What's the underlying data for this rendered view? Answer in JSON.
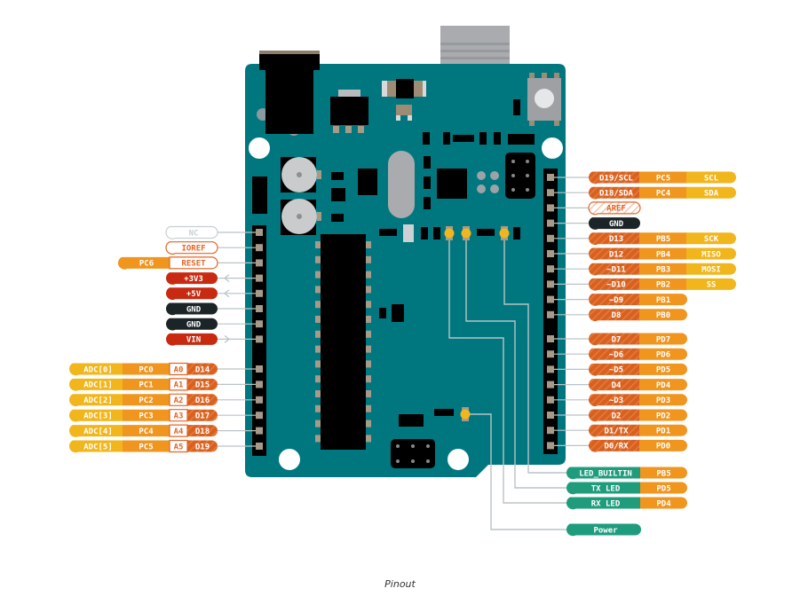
{
  "caption": "Pinout",
  "colors": {
    "board": "#00777f",
    "power_red": "#c72a10",
    "gnd_black": "#1b2426",
    "digital_hatch": "#d9611f",
    "port_orange": "#f0951e",
    "special_yellow": "#f1b61c",
    "led_green": "#1e9c7c",
    "outline_orange": "#e0662a",
    "nc_gray": "#c9cfd1",
    "wire": "#b9c3c6",
    "led_amber": "#f3b51d"
  },
  "left_power_header": [
    {
      "label": "NC",
      "style": "nc"
    },
    {
      "label": "IOREF",
      "style": "outline"
    },
    {
      "label": "RESET",
      "style": "outline",
      "port": "PC6"
    },
    {
      "label": "+3V3",
      "style": "power",
      "arrow": "in"
    },
    {
      "label": "+5V",
      "style": "power",
      "arrow": "in"
    },
    {
      "label": "GND",
      "style": "gnd"
    },
    {
      "label": "GND",
      "style": "gnd"
    },
    {
      "label": "VIN",
      "style": "power",
      "arrow": "out"
    }
  ],
  "left_analog_header": [
    {
      "adc": "ADC[0]",
      "port": "PC0",
      "analog": "A0",
      "digital": "D14"
    },
    {
      "adc": "ADC[1]",
      "port": "PC1",
      "analog": "A1",
      "digital": "D15"
    },
    {
      "adc": "ADC[2]",
      "port": "PC2",
      "analog": "A2",
      "digital": "D16"
    },
    {
      "adc": "ADC[3]",
      "port": "PC3",
      "analog": "A3",
      "digital": "D17"
    },
    {
      "adc": "ADC[4]",
      "port": "PC4",
      "analog": "A4",
      "digital": "D18"
    },
    {
      "adc": "ADC[5]",
      "port": "PC5",
      "analog": "A5",
      "digital": "D19"
    }
  ],
  "right_upper_header": [
    {
      "label": "D19/SCL",
      "style": "digital",
      "port": "PC5",
      "special": "SCL"
    },
    {
      "label": "D18/SDA",
      "style": "digital",
      "port": "PC4",
      "special": "SDA"
    },
    {
      "label": "AREF",
      "style": "outline-hatch"
    },
    {
      "label": "GND",
      "style": "gnd"
    },
    {
      "label": "D13",
      "style": "digital",
      "port": "PB5",
      "special": "SCK"
    },
    {
      "label": "D12",
      "style": "digital",
      "port": "PB4",
      "special": "MISO"
    },
    {
      "label": "~D11",
      "style": "digital",
      "port": "PB3",
      "special": "MOSI"
    },
    {
      "label": "~D10",
      "style": "digital",
      "port": "PB2",
      "special": "SS"
    },
    {
      "label": "~D9",
      "style": "digital",
      "port": "PB1"
    },
    {
      "label": "D8",
      "style": "digital",
      "port": "PB0"
    }
  ],
  "right_lower_header": [
    {
      "label": "D7",
      "port": "PD7"
    },
    {
      "label": "~D6",
      "port": "PD6"
    },
    {
      "label": "~D5",
      "port": "PD5"
    },
    {
      "label": "D4",
      "port": "PD4"
    },
    {
      "label": "~D3",
      "port": "PD3"
    },
    {
      "label": "D2",
      "port": "PD2"
    },
    {
      "label": "D1/TX",
      "port": "PD1"
    },
    {
      "label": "D0/RX",
      "port": "PD0"
    }
  ],
  "leds": [
    {
      "label": "LED_BUILTIN",
      "port": "PB5"
    },
    {
      "label": "TX LED",
      "port": "PD5"
    },
    {
      "label": "RX LED",
      "port": "PD4"
    },
    {
      "label": "Power"
    }
  ]
}
